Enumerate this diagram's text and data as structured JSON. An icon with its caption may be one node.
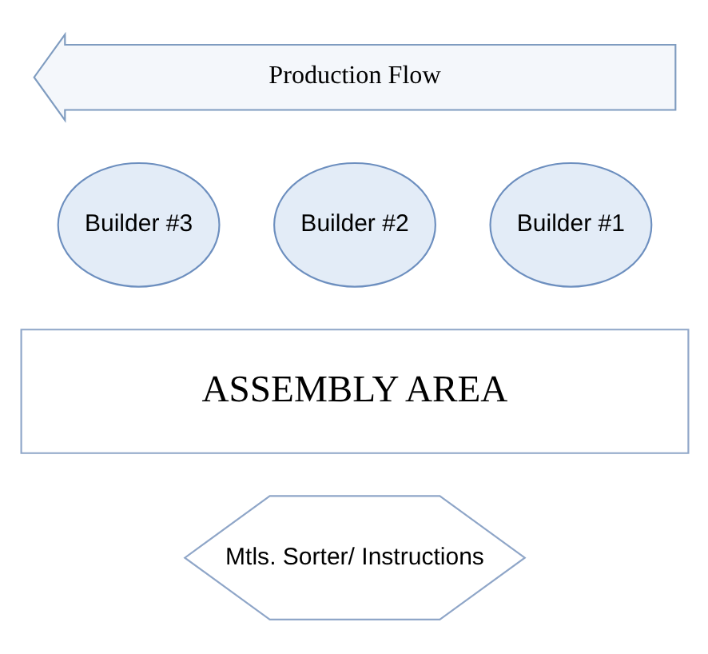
{
  "diagram": {
    "nodes": [
      {
        "text": [
          "Production Flow"
        ]
      },
      {
        "text": [
          "Builder #3"
        ]
      },
      {
        "text": [
          "Builder #2"
        ]
      },
      {
        "text": [
          "Builder #1"
        ]
      },
      {
        "text": [
          "ASSEMBLY AREA"
        ]
      },
      {
        "text": [
          "Mtls. Sorter/ Instructions"
        ]
      }
    ]
  }
}
